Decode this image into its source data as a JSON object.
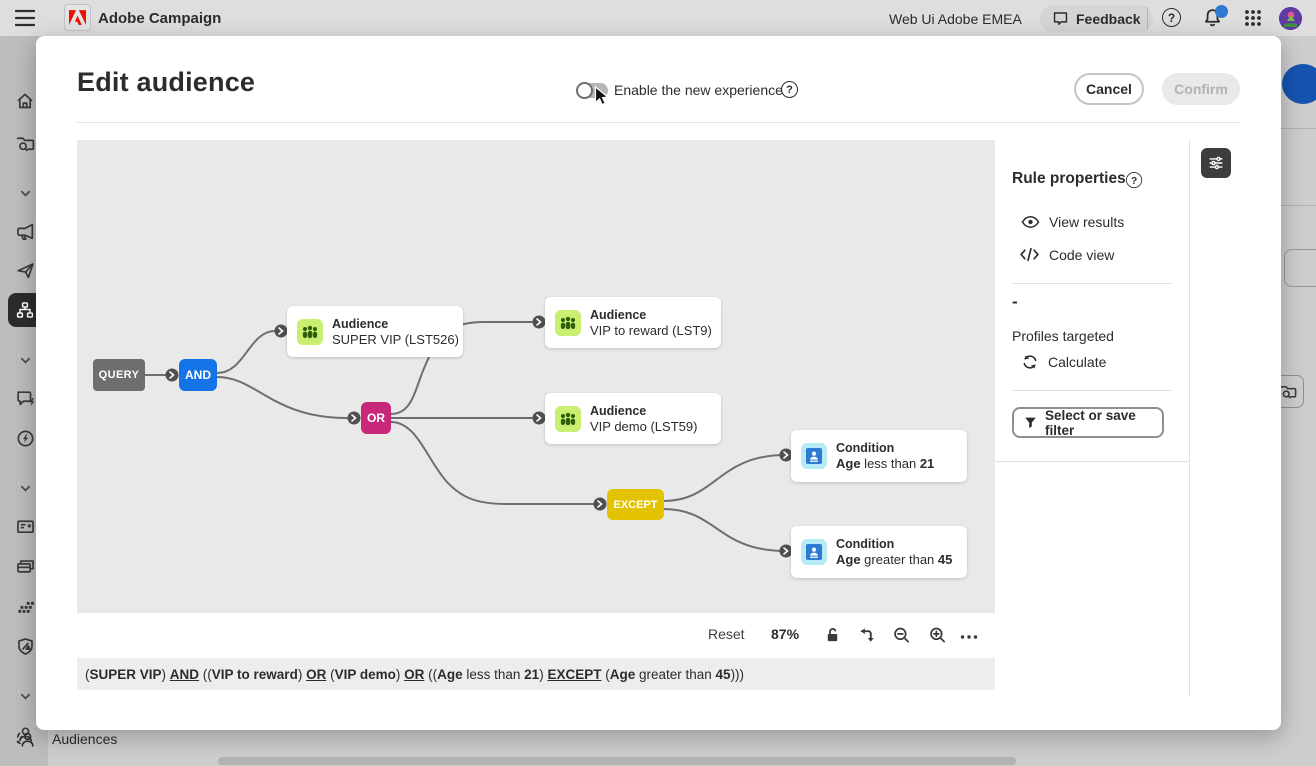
{
  "colors": {
    "accent_blue": "#1473e6",
    "and_node": "#1473e6",
    "or_node": "#c9287a",
    "except_node": "#e3c300",
    "query_node": "#6e6e6e",
    "audience_icon_bg": "#c9ef70",
    "audience_icon_fg": "#2f5d0b",
    "condition_icon_bg": "#b7eaf6",
    "condition_icon_fg": "#2c7ad2",
    "notification_dot": "#2c7ad2",
    "edge_gray": "#6e6e6e",
    "background_blue_button": "#1553b0"
  },
  "topbar": {
    "app_name": "Adobe Campaign",
    "environment": "Web Ui Adobe EMEA",
    "feedback": "Feedback"
  },
  "sidebar": {
    "audiences_label": "Audiences",
    "icons": [
      "home",
      "folder-search",
      "chevron-down",
      "megaphone",
      "send",
      "workflow-active",
      "chevron-down",
      "chat-lightning",
      "lightning-circle",
      "chevron-down",
      "content-card",
      "stacked-cards",
      "fragments-dots",
      "brand-shield",
      "chevron-down",
      "profile-person",
      "audiences-people"
    ]
  },
  "dialog": {
    "title": "Edit audience",
    "toggle_label": "Enable the new experience",
    "cancel": "Cancel",
    "confirm": "Confirm"
  },
  "graph": {
    "query": "QUERY",
    "and": "AND",
    "or": "OR",
    "except": "EXCEPT",
    "super_vip": {
      "type": "Audience",
      "name": "SUPER VIP (LST526)"
    },
    "vip_reward": {
      "type": "Audience",
      "name": "VIP to reward (LST9)"
    },
    "vip_demo": {
      "type": "Audience",
      "name": "VIP demo (LST59)"
    },
    "cond_young": {
      "type": "Condition",
      "field": "Age",
      "op": " less than ",
      "value": "21"
    },
    "cond_old": {
      "type": "Condition",
      "field": "Age",
      "op": " greater than ",
      "value": "45"
    }
  },
  "toolbar": {
    "reset": "Reset",
    "zoom_level": "87%"
  },
  "formula": {
    "parts": [
      {
        "t": "(",
        "s": "n"
      },
      {
        "t": "SUPER VIP",
        "s": "b"
      },
      {
        "t": ") ",
        "s": "n"
      },
      {
        "t": "AND",
        "s": "u"
      },
      {
        "t": " ((",
        "s": "n"
      },
      {
        "t": "VIP to reward",
        "s": "b"
      },
      {
        "t": ") ",
        "s": "n"
      },
      {
        "t": "OR",
        "s": "u"
      },
      {
        "t": " (",
        "s": "n"
      },
      {
        "t": "VIP demo",
        "s": "b"
      },
      {
        "t": ") ",
        "s": "n"
      },
      {
        "t": "OR",
        "s": "u"
      },
      {
        "t": " ((",
        "s": "n"
      },
      {
        "t": "Age",
        "s": "b"
      },
      {
        "t": " less than ",
        "s": "n"
      },
      {
        "t": "21",
        "s": "b"
      },
      {
        "t": ") ",
        "s": "n"
      },
      {
        "t": "EXCEPT",
        "s": "u"
      },
      {
        "t": " (",
        "s": "n"
      },
      {
        "t": "Age",
        "s": "b"
      },
      {
        "t": " greater than ",
        "s": "n"
      },
      {
        "t": "45",
        "s": "b"
      },
      {
        "t": ")))",
        "s": "n"
      }
    ]
  },
  "rule_panel": {
    "title": "Rule properties",
    "view_results": "View results",
    "code_view": "Code view",
    "profiles_value": "-",
    "profiles_label": "Profiles targeted",
    "calculate": "Calculate",
    "filter_button": "Select or save filter"
  }
}
